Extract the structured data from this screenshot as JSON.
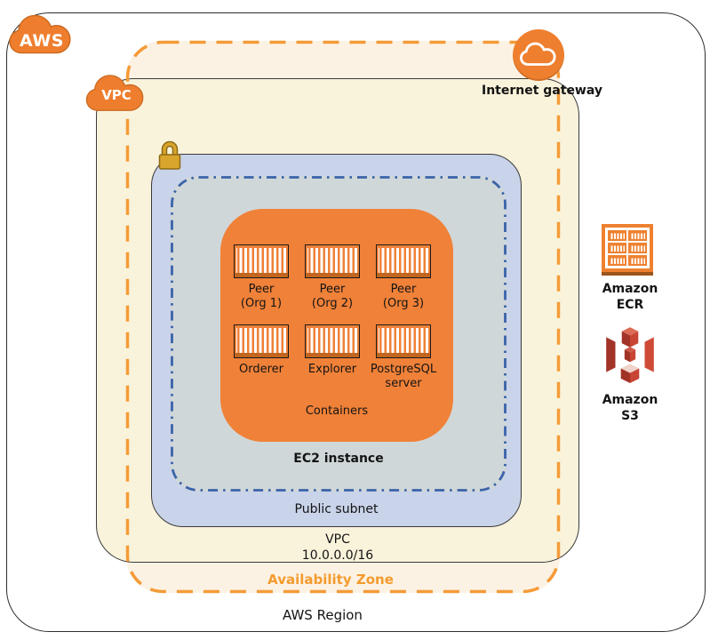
{
  "region": {
    "label": "AWS Region"
  },
  "availability_zone": {
    "label": "Availability Zone"
  },
  "vpc": {
    "label": "VPC",
    "cidr": "10.0.0.0/16",
    "badge": "VPC"
  },
  "subnet": {
    "label": "Public subnet"
  },
  "ec2": {
    "label": "EC2 instance"
  },
  "containers_box": {
    "label": "Containers"
  },
  "internet_gateway": {
    "label": "Internet gateway"
  },
  "aws_cloud": {
    "label": "AWS"
  },
  "tiles": [
    {
      "line1": "Peer",
      "line2": "(Org 1)"
    },
    {
      "line1": "Peer",
      "line2": "(Org 2)"
    },
    {
      "line1": "Peer",
      "line2": "(Org 3)"
    },
    {
      "line1": "Orderer",
      "line2": ""
    },
    {
      "line1": "Explorer",
      "line2": ""
    },
    {
      "line1": "PostgreSQL",
      "line2": "server"
    }
  ],
  "services": [
    {
      "line1": "Amazon",
      "line2": "ECR"
    },
    {
      "line1": "Amazon",
      "line2": "S3"
    }
  ],
  "icons": [
    "aws-cloud-icon",
    "vpc-cloud-icon",
    "internet-gateway-icon",
    "lock-icon",
    "container-icon",
    "ecr-icon",
    "s3-icon"
  ],
  "colors": {
    "orange_accent": "#F08138",
    "az_dash_orange": "#F49B38",
    "az_label_orange": "#F49B2E",
    "subnet_blue": "#C9D3E9",
    "ec2_gray": "#D0D7D9",
    "vpc_cream": "#FAF3DB",
    "az_cream": "#FCF2E4",
    "dashdot_blue": "#3A63A9",
    "s3_red": "#C84534",
    "lock_gold": "#D9A52C"
  }
}
